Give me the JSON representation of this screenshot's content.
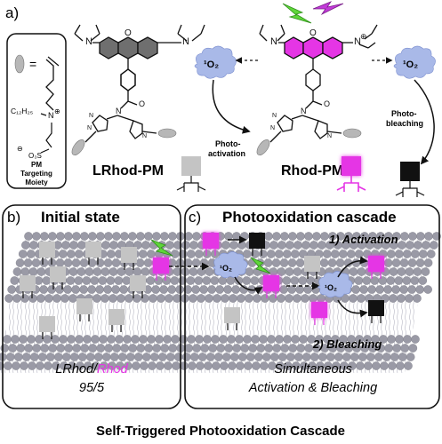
{
  "panel_a": {
    "label": "a)",
    "legend": {
      "equals": "=",
      "chain_label": "C₁₂H₂₅",
      "n_label": "N",
      "plus": "⊕",
      "sulfonate": "O₃S",
      "minus": "⊖",
      "moiety_line1": "PM",
      "moiety_line2": "Targeting",
      "moiety_line3": "Moiety"
    },
    "singlet_oxygen": "¹O₂",
    "photoactivation_line1": "Photo-",
    "photoactivation_line2": "activation",
    "photobleaching_line1": "Photo-",
    "photobleaching_line2": "bleaching",
    "lrhod_label": "LRhod-PM",
    "rhod_label": "Rhod-PM",
    "n_plus": "⊕"
  },
  "panel_b": {
    "label": "b)",
    "title": "Initial state",
    "ratio_part1": "LRhod/",
    "ratio_part2": "Rhod",
    "ratio_value": "95/5"
  },
  "panel_c": {
    "label": "c)",
    "title": "Photooxidation cascade",
    "step1": "1) Activation",
    "step2": "2) Bleaching",
    "singlet_oxygen": "¹O₂",
    "caption_line1": "Simultaneous",
    "caption_line2": "Activation & Bleaching"
  },
  "footer_title": "Self-Triggered Photooxidation Cascade",
  "colors": {
    "magenta": "#e535e5",
    "gray_square": "#c4c4c4",
    "black_square": "#111111",
    "membrane_gray": "#9a9aa6",
    "cloud": "#a9b9e8",
    "bolt_green": "#5fd63a",
    "bolt_purple": "#c23ad8"
  }
}
